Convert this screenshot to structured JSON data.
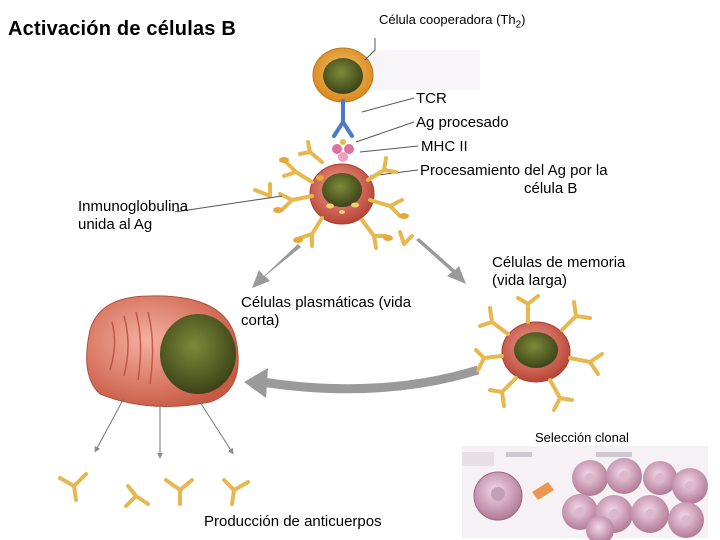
{
  "title": "Activación de células B",
  "labels": {
    "helper_cell": "Célula cooperadora (Th",
    "helper_cell_sub": "2",
    "helper_cell_close": ")",
    "tcr": "TCR",
    "ag_processed": "Ag procesado",
    "mhc": "MHC II",
    "processing_line1": "Procesamiento del Ag por la",
    "processing_line2": "célula B",
    "immunoglobulin_line1": "Inmunoglobulina",
    "immunoglobulin_line2": "unida al Ag",
    "memory_line1": "Células de memoria",
    "memory_line2": "(vida larga)",
    "plasma_line1": "Células plasmáticas (vida",
    "plasma_line2": "corta)",
    "clonal_selection": "Selección clonal",
    "antibody_production": "Producción de anticuerpos"
  },
  "colors": {
    "cell_orange": "#e8a040",
    "nucleus_green": "#5a6a2a",
    "b_cell_red": "#c8584a",
    "plasma_red": "#d8705a",
    "antibody_yellow": "#e8b850",
    "arrow_gray": "#8c8c8c",
    "tcr_blue": "#4a7ac8",
    "mhc_pink": "#e070a0"
  }
}
